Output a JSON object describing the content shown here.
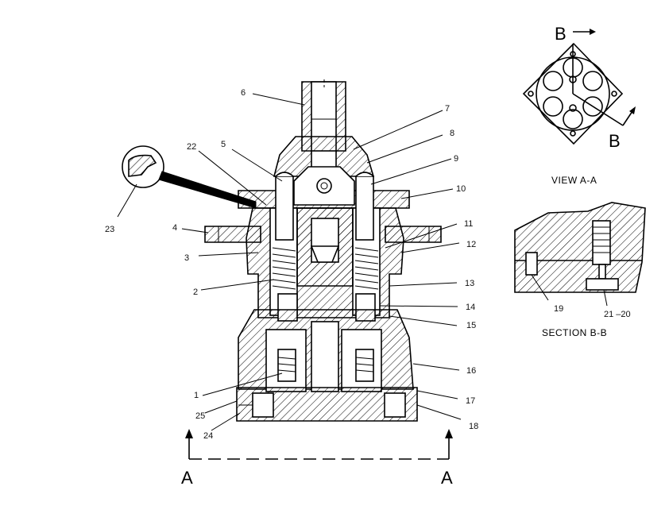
{
  "part_numbers": [
    "1",
    "2",
    "3",
    "4",
    "5",
    "6",
    "7",
    "8",
    "9",
    "10",
    "11",
    "12",
    "13",
    "14",
    "15",
    "16",
    "17",
    "18",
    "19",
    "20",
    "21",
    "22",
    "23",
    "24",
    "25"
  ],
  "callouts": {
    "c1": "1",
    "c2": "2",
    "c3": "3",
    "c4": "4",
    "c5": "5",
    "c6": "6",
    "c7": "7",
    "c8": "8",
    "c9": "9",
    "c10": "10",
    "c11": "11",
    "c12": "12",
    "c13": "13",
    "c14": "14",
    "c15": "15",
    "c16": "16",
    "c17": "17",
    "c18": "18",
    "c19": "19",
    "c2120": "21 –20",
    "c22": "22",
    "c23": "23",
    "c24": "24",
    "c25": "25"
  },
  "section_marks": {
    "a_left": "A",
    "a_right": "A",
    "b_top": "B",
    "b_bottom": "B"
  },
  "captions": {
    "view": "VIEW A-A",
    "section": "SECTION B-B"
  }
}
